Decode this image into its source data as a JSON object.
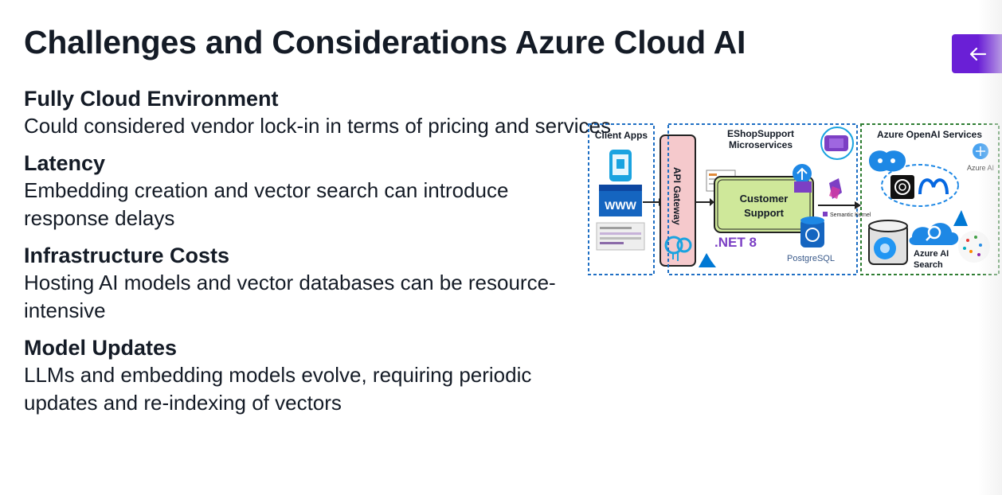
{
  "page": {
    "title": "Challenges and Considerations Azure Cloud AI"
  },
  "nav": {
    "back_icon": "arrow-left-icon",
    "accent": "#6a1fd6"
  },
  "items": [
    {
      "title": "Fully Cloud Environment",
      "text": "Could considered vendor lock-in in terms of pricing and services"
    },
    {
      "title": "Latency",
      "text": "Embedding creation and vector search can introduce response delays"
    },
    {
      "title": "Infrastructure Costs",
      "text": "Hosting AI models and vector databases can be resource-intensive"
    },
    {
      "title": "Model Updates",
      "text": "LLMs and embedding models evolve, requiring periodic updates and re-indexing of vectors"
    }
  ],
  "diagram": {
    "client_apps": "Client Apps",
    "www": "WWW",
    "api_gateway": "API Gateway",
    "microservices_line1": "EShopSupport",
    "microservices_line2": "Microservices",
    "customer_support_line1": "Customer",
    "customer_support_line2": "Support",
    "dotnet": ".NET 8",
    "postgresql": "PostgreSQL",
    "semantic_kernel": "Semantic Kernel",
    "openai_services": "Azure OpenAI Services",
    "azure_ai": "Azure AI",
    "ai_search_line1": "Azure AI",
    "ai_search_line2": "Search",
    "colors": {
      "client_border": "#1f6fc4",
      "openai_border": "#2e7d32",
      "gateway_fill": "#f5c9cc",
      "support_fill": "#cfe89a",
      "dotnet": "#7b3fc4"
    }
  }
}
